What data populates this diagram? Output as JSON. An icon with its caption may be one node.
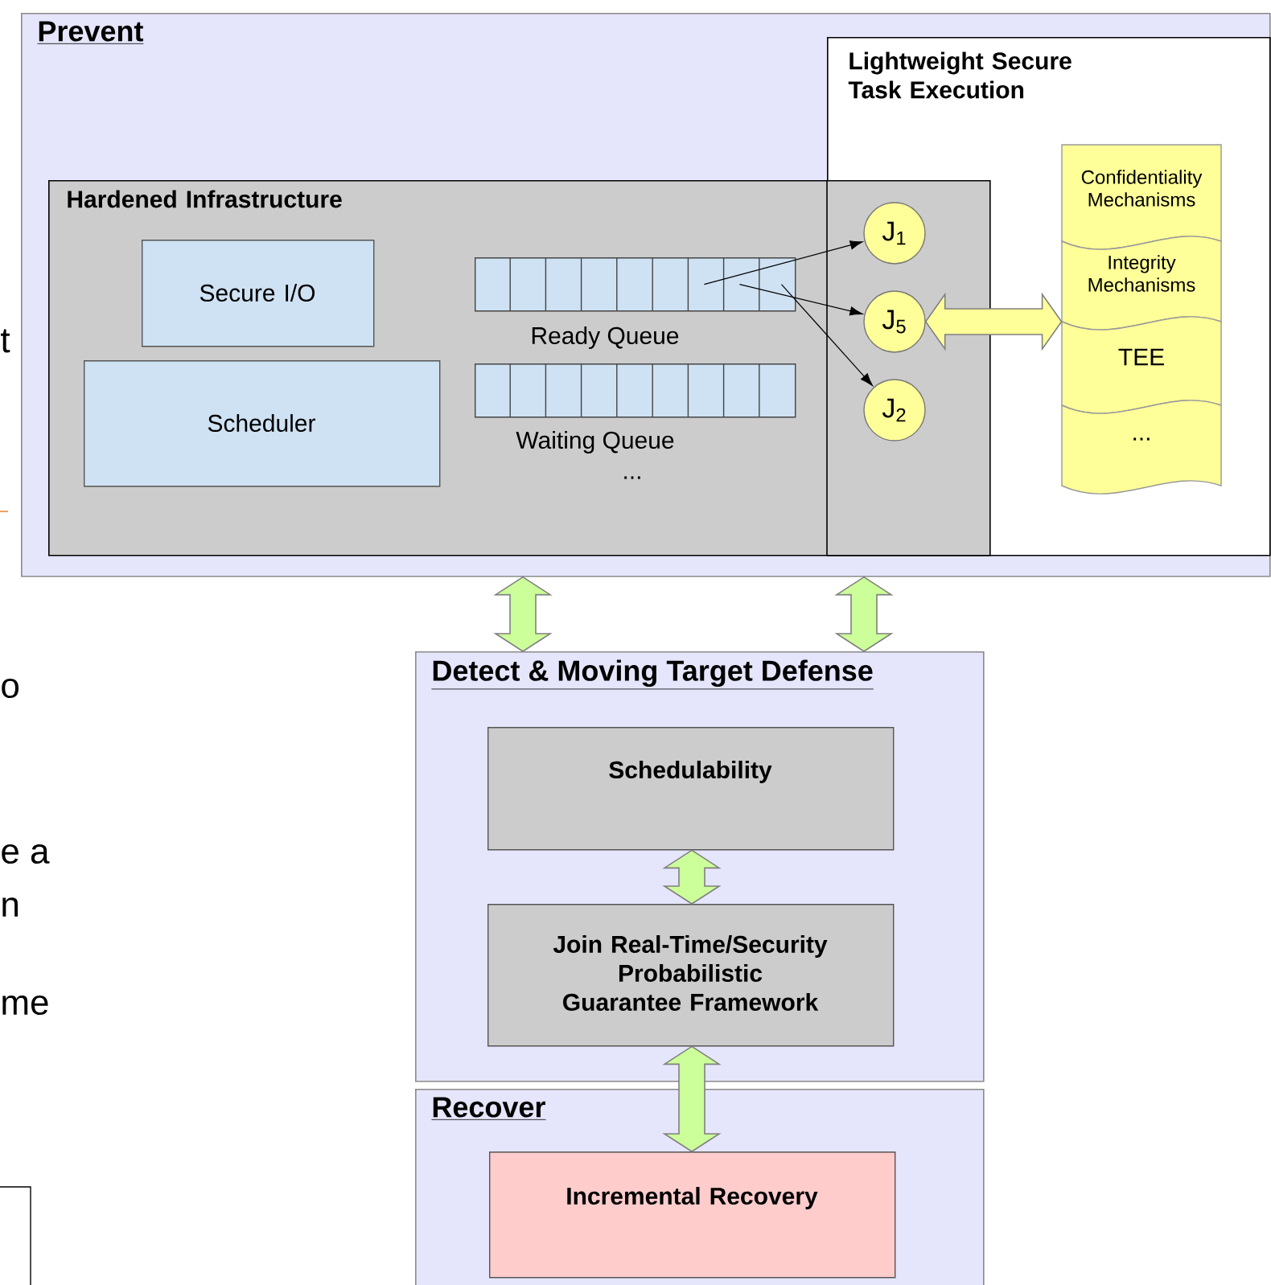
{
  "diagram": {
    "nodes": [
      {
        "text": [
          "Prevent"
        ]
      },
      {
        "text": [
          "Lightweight Secure Task Execution"
        ],
        "in": 0
      },
      {
        "text": [
          "Hardened Infrastructure"
        ],
        "in": 0
      },
      {
        "text": [
          "Secure I/O"
        ],
        "in": 2
      },
      {
        "text": [
          "Scheduler"
        ],
        "in": 2
      },
      {
        "text": [
          "Ready Queue"
        ],
        "in": 2
      },
      {
        "text": [
          "Waiting Queue"
        ],
        "in": 2,
        "beside": [
          "..."
        ]
      },
      {
        "text": [
          "J$_{1}$"
        ]
      },
      {
        "text": [
          "J$_{5}$"
        ]
      },
      {
        "text": [
          "J$_{2}$"
        ]
      },
      {
        "text": [
          "Confidentiality Mechanisms"
        ],
        "in": 1
      },
      {
        "text": [
          "Integrity Mechanisms"
        ],
        "in": 1
      },
      {
        "text": [
          "TEE"
        ],
        "in": 1
      },
      {
        "text": [
          "..."
        ],
        "in": 1
      },
      {
        "text": [
          "Detect & Moving Target Defense"
        ]
      },
      {
        "text": [
          "Schedulability"
        ],
        "in": 14
      },
      {
        "text": [
          "Join Real-Time/Security Probabilistic Guarantee Framework"
        ],
        "in": 14
      },
      {
        "text": [
          "Recover"
        ]
      },
      {
        "text": [
          "Incremental Recovery"
        ],
        "in": 17
      }
    ],
    "edges": [
      {
        "from": 5,
        "to": 7,
        "arrow": "to"
      },
      {
        "from": 5,
        "to": 8,
        "arrow": "to"
      },
      {
        "from": 5,
        "to": 9,
        "arrow": "to"
      },
      {
        "from": 8,
        "to": 12,
        "arrow": "both",
        "style": "thick",
        "color": "#ffff99"
      },
      {
        "from": 0,
        "to": 14,
        "arrow": "both",
        "style": "thick",
        "color": "#ccff99"
      },
      {
        "from": 0,
        "to": 14,
        "arrow": "both",
        "style": "thick",
        "color": "#ccff99"
      },
      {
        "from": 15,
        "to": 16,
        "arrow": "both",
        "style": "thick",
        "color": "#ccff99"
      },
      {
        "from": 16,
        "to": 18,
        "arrow": "both",
        "style": "thick",
        "color": "#ccff99"
      }
    ],
    "labels": [
      "t",
      "o",
      "e a",
      "n",
      "me"
    ]
  }
}
